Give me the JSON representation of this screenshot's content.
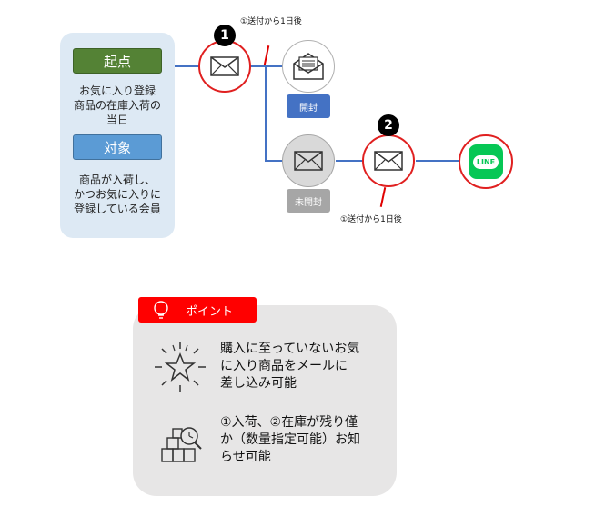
{
  "panel": {
    "start_label": "起点",
    "start_desc": [
      "お気に入り登録",
      "商品の在庫入荷の",
      "当日"
    ],
    "target_label": "対象",
    "target_desc": [
      "商品が入荷し、",
      "かつお気に入りに",
      "登録している会員"
    ]
  },
  "flow": {
    "step1_number": "1",
    "step1_timing": "①送付から1日後",
    "opened_label": "開封",
    "unopened_label": "未開封",
    "step2_number": "2",
    "step2_timing": "①送付から1日後",
    "line_logo_text": "LINE"
  },
  "point": {
    "tab_label": "ポイント",
    "items": [
      {
        "icon": "sparkle-star-icon",
        "lines": [
          "購入に至っていないお気",
          "に入り商品をメールに",
          "差し込み可能"
        ]
      },
      {
        "icon": "boxes-search-icon",
        "lines": [
          "①入荷、②在庫が残り僅",
          "か（数量指定可能）お知",
          "らせ可能"
        ]
      }
    ]
  },
  "colors": {
    "start_green": "#548235",
    "target_blue": "#5b9bd5",
    "connector_blue": "#4472c4",
    "highlight_red": "#e02020",
    "line_green": "#06c755",
    "point_red": "#ff0000"
  }
}
